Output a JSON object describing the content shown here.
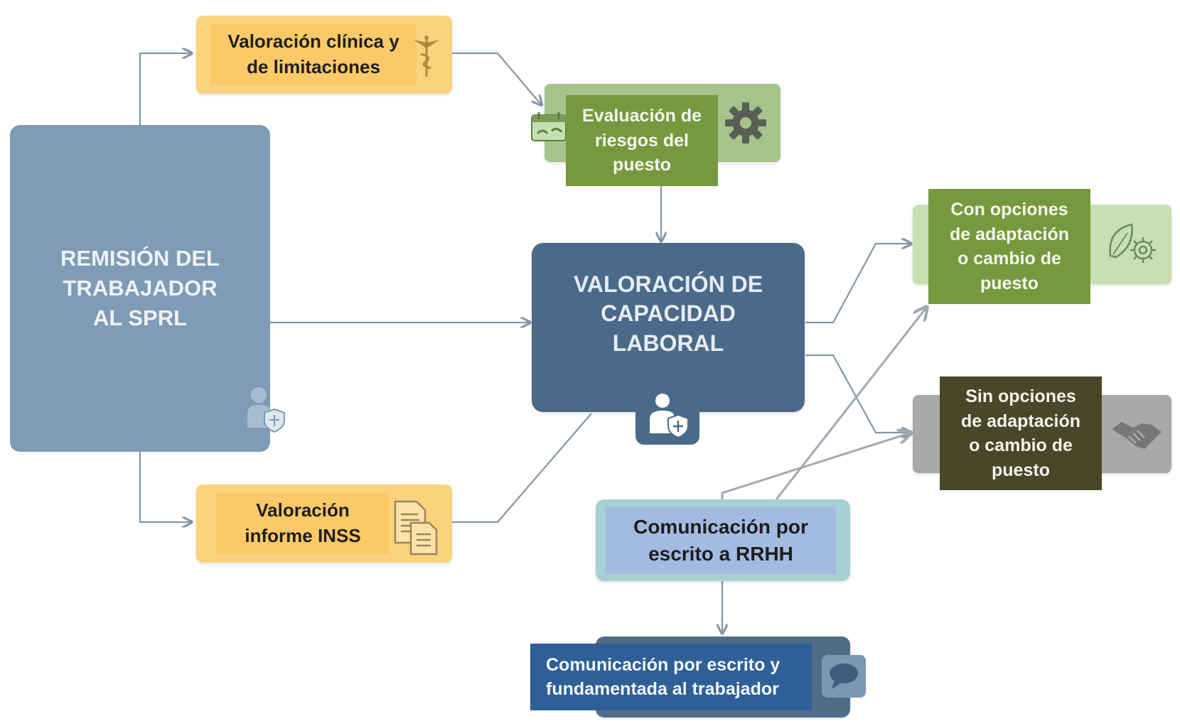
{
  "nodes": {
    "remision": {
      "label": "REMISIÓN DEL\nTRABAJADOR\nAL SPRL"
    },
    "clinica": {
      "label": "Valoración clínica y\nde limitaciones"
    },
    "riesgos": {
      "label": "Evaluación de\nriesgos del\npuesto"
    },
    "capacidad": {
      "label": "VALORACIÓN DE\nCAPACIDAD\nLABORAL"
    },
    "inss": {
      "label": "Valoración\ninforme INSS"
    },
    "con_opciones": {
      "label": "Con opciones\nde adaptación\no cambio de\npuesto"
    },
    "sin_opciones": {
      "label": "Sin opciones\nde adaptación\no cambio de\npuesto"
    },
    "rrhh": {
      "label": "Comunicación por\nescrito a RRHH"
    },
    "trabajador": {
      "label": "Comunicación por escrito y\nfundamentada al trabajador"
    }
  },
  "icons": {
    "remision": "worker-shield-icon",
    "clinica": "caduceus-icon",
    "riesgos_gear": "gear-icon",
    "riesgos_calendar": "calendar-icon",
    "capacidad": "worker-shield-icon",
    "inss": "documents-icon",
    "con_opciones": "leaf-gear-icon",
    "sin_opciones": "handshake-icon",
    "trabajador": "chat-bubble-icon"
  },
  "colors": {
    "remision_bg": "#7f9bb5",
    "capacidad_bg": "#4b6a89",
    "yellow_bg": "#fbd27e",
    "yellow_inner": "#fac968",
    "green_dark": "#76993f",
    "green_light": "#a5c48b",
    "green_pale": "#c6e0b2",
    "olive_dark": "#4a4629",
    "grey": "#a9a9a9",
    "rrhh_bg": "#a3bbe0",
    "rrhh_border": "#a6d0d4",
    "trabajador_bg": "#2f5f96",
    "trabajador_back": "#516c89",
    "arrow": "#8595a5"
  }
}
